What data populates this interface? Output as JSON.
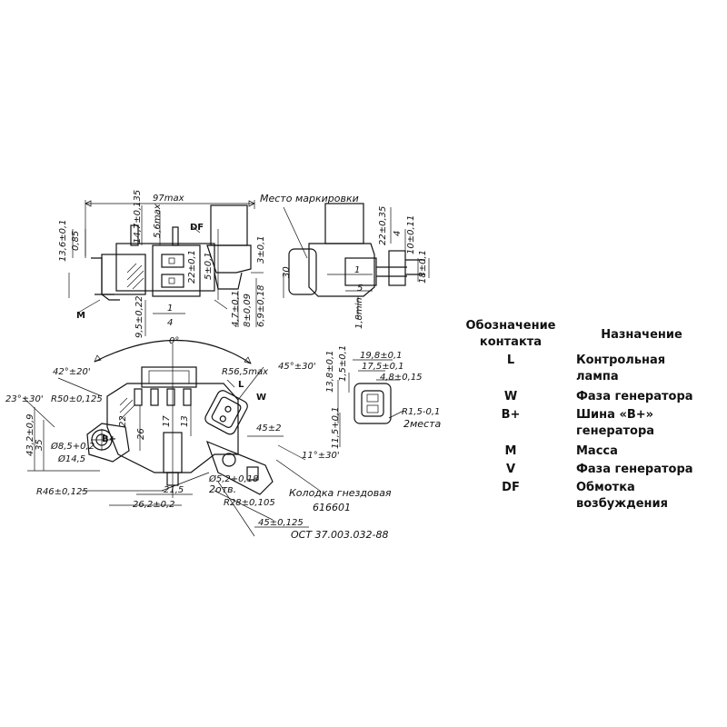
{
  "labels": {
    "mesto_markirovki": "Место маркировки",
    "kolodka_line1": "Колодка гнездовая",
    "kolodka_line2": "616601",
    "ost": "ОСТ 37.003.032-88",
    "two_holes": "2отв.",
    "two_places": "2места"
  },
  "dims": {
    "d97max": "97max",
    "d14_7": "14,7±0,135",
    "d5_6max": "5,6max",
    "dDF": "DF",
    "d13_6": "13,6±0,1",
    "d0_85": "0,85",
    "d22a": "22±0,1",
    "d5": "5±0,1",
    "d3": "3±0,1",
    "d4_7": "4,7±0,1",
    "d8": "8±0,09",
    "d6_9": "6,9±0,18",
    "d9_5": "9,5±0,22",
    "d1a": "1",
    "d4a": "4",
    "dM": "M",
    "d22b": "22±0,35",
    "d10": "10±0,11",
    "d4b": "4",
    "d18": "18±0,1",
    "d30": "30",
    "d1b": "1",
    "d5b": "5",
    "d1_8min": "1,8min",
    "d0deg": "0°",
    "d42deg": "42°±20'",
    "dR56": "R56,5max",
    "d45deg": "45°±30'",
    "dL": "L",
    "dW": "W",
    "d23deg": "23°±30'",
    "dR50": "R50±0,125",
    "d43_2": "43,2±0,9",
    "d35": "35",
    "dD8_5": "Ø8,5+0,2",
    "dBplus": "B+",
    "dD14_5": "Ø14,5",
    "d22c": "22",
    "d26": "26",
    "d17": "17",
    "d13": "13",
    "d45pm2": "45±2",
    "d11deg": "11°±30'",
    "dD5_2": "Ø5,2+0,18",
    "d21_5": "21,5",
    "dR46": "R46±0,125",
    "d26_2": "26,2±0,2",
    "dR28": "R28±0,105",
    "d45_125": "45±0,125",
    "d19_8": "19,8±0,1",
    "d17_5": "17,5±0,1",
    "d4_8": "4,8±0,15",
    "d13_8": "13,8±0,1",
    "d1_5a": "1,5±0,1",
    "dR1_5": "R1,5-0,1",
    "d11_5": "11,5+0,1"
  },
  "legend": {
    "header_code": [
      "Обозначение",
      "контакта"
    ],
    "header_desc": "Назначение",
    "rows": [
      {
        "code": "L",
        "desc": [
          "Контрольная",
          "лампа"
        ]
      },
      {
        "code": "W",
        "desc": [
          "Фаза генератора"
        ]
      },
      {
        "code": "B+",
        "desc": [
          "Шина «В+»",
          "генератора"
        ]
      },
      {
        "code": "M",
        "desc": [
          "Масса"
        ]
      },
      {
        "code": "V",
        "desc": [
          "Фаза генератора"
        ]
      },
      {
        "code": "DF",
        "desc": [
          "Обмотка",
          "возбуждения"
        ]
      }
    ]
  }
}
